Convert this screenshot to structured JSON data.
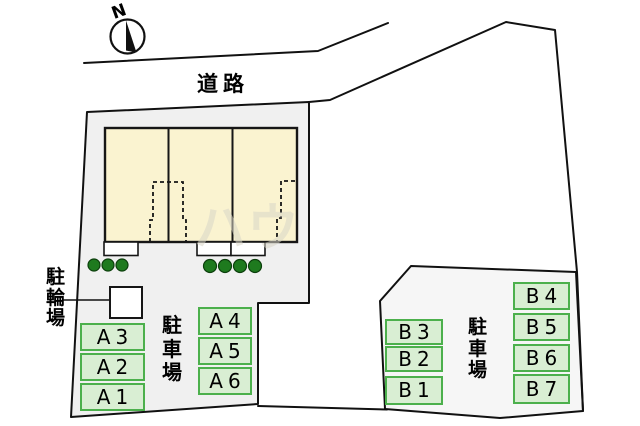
{
  "compass": {
    "label": "N"
  },
  "road": {
    "label": "道路"
  },
  "bicycle_parking": {
    "label": "駐輪場"
  },
  "watermark": "ハウ",
  "parking_lot_a": {
    "label": "駐車場",
    "spots_left": [
      "A3",
      "A2",
      "A1"
    ],
    "spots_right": [
      "A4",
      "A5",
      "A6"
    ]
  },
  "parking_lot_b": {
    "label": "駐車場",
    "spots_left": [
      "B3",
      "B2",
      "B1"
    ],
    "spots_right": [
      "B4",
      "B5",
      "B6",
      "B7"
    ]
  },
  "colors": {
    "building_fill": "#faf3d0",
    "parcel_a_fill": "#f0f0f0",
    "parcel_b_fill": "#f6f6f6",
    "spot_fill": "#d9eed3",
    "spot_border": "#4cb04c",
    "tree_fill": "#1e7a1e",
    "outline": "#111111"
  }
}
